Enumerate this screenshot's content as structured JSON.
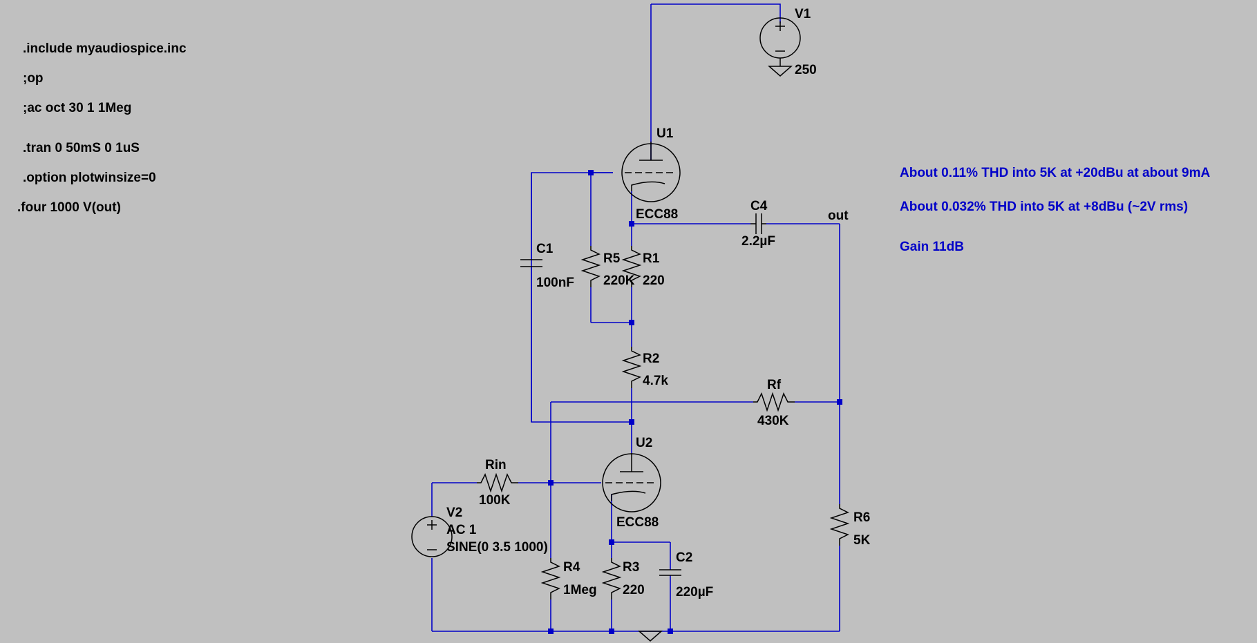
{
  "directives": [
    ".include myaudiospice.inc",
    ";op",
    ";ac oct 30 1 1Meg",
    ".tran 0 50mS 0 1uS",
    ".option plotwinsize=0",
    ".four 1000 V(out)"
  ],
  "notes": [
    "About 0.11% THD into 5K at +20dBu at about 9mA",
    "About 0.032% THD into 5K at +8dBu (~2V rms)",
    "Gain 11dB"
  ],
  "components": {
    "V1": {
      "name": "V1",
      "value": "250"
    },
    "U1": {
      "name": "U1",
      "model": "ECC88"
    },
    "U2": {
      "name": "U2",
      "model": "ECC88"
    },
    "C1": {
      "name": "C1",
      "value": "100nF"
    },
    "C2": {
      "name": "C2",
      "value": "220µF"
    },
    "C4": {
      "name": "C4",
      "value": "2.2µF"
    },
    "R1": {
      "name": "R1",
      "value": "220"
    },
    "R2": {
      "name": "R2",
      "value": "4.7k"
    },
    "R3": {
      "name": "R3",
      "value": "220"
    },
    "R4": {
      "name": "R4",
      "value": "1Meg"
    },
    "R5": {
      "name": "R5",
      "value": "220K"
    },
    "R6": {
      "name": "R6",
      "value": "5K"
    },
    "Rf": {
      "name": "Rf",
      "value": "430K"
    },
    "Rin": {
      "name": "Rin",
      "value": "100K"
    },
    "V2": {
      "name": "V2",
      "ac": "AC 1",
      "sine": "SINE(0 3.5 1000)"
    }
  },
  "net_labels": {
    "out": "out"
  },
  "colors": {
    "background": "#c0c0c0",
    "wire": "#0000c8",
    "symbol": "#000000",
    "note": "#0000c8"
  }
}
